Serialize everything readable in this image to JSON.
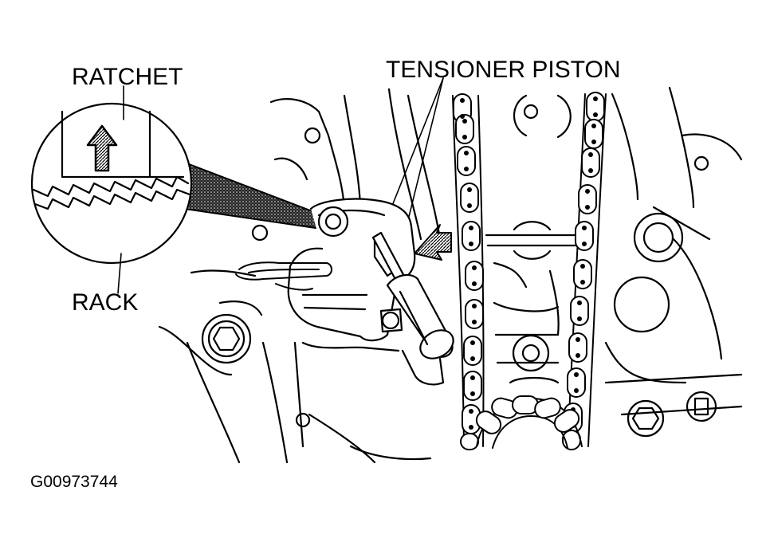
{
  "labels": {
    "ratchet": "RATCHET",
    "tensioner_piston": "TENSIONER PISTON",
    "rack": "RACK",
    "figure_id": "G00973744"
  },
  "colors": {
    "ink": "#000000",
    "paper": "#ffffff",
    "magnifier_fill": "#444444"
  },
  "icons": {
    "up_arrow": "up-arrow-icon",
    "pointer_arrow": "pointer-arrow-icon"
  }
}
